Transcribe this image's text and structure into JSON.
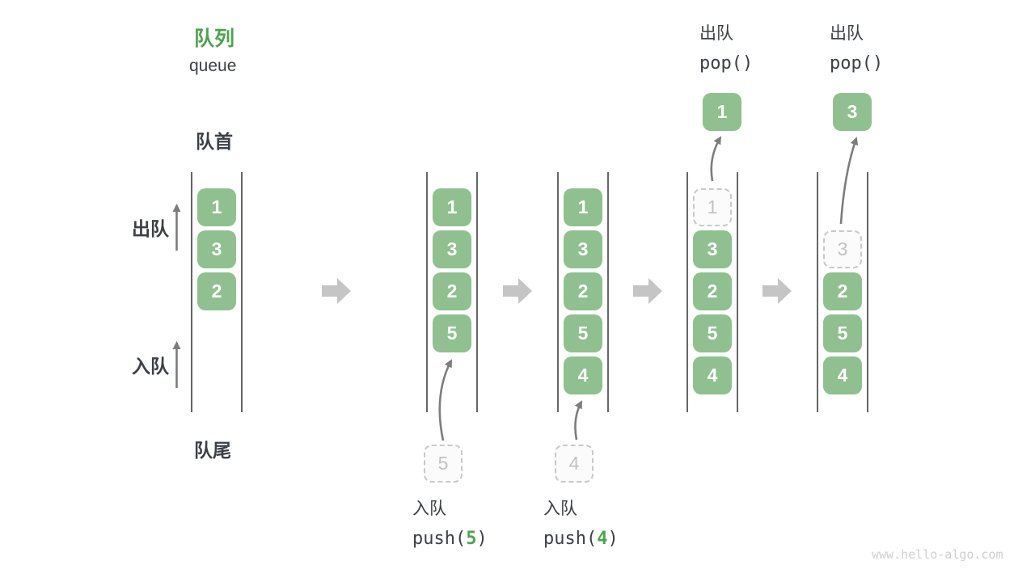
{
  "header": {
    "title": "队列",
    "subtitle": "queue"
  },
  "side_labels": {
    "front": "队首",
    "rear": "队尾",
    "dequeue": "出队",
    "enqueue": "入队"
  },
  "watermark": "www.hello-algo.com",
  "colors": {
    "box_green": "#90C090",
    "accent_green": "#4DA44D",
    "text_dark": "#3B4045",
    "thin_arrow_gray": "#7d7d7d",
    "block_arrow_gray": "#C5C5C5",
    "dashed_border": "#C9C9C9",
    "dashed_text": "#C2C2C2",
    "wall_line": "#3F3F3F",
    "watermark_gray": "#CFCFCF"
  },
  "queues": [
    {
      "name": "state-initial",
      "slots": [
        {
          "value": "1",
          "style": "solid"
        },
        {
          "value": "3",
          "style": "solid"
        },
        {
          "value": "2",
          "style": "solid"
        }
      ]
    },
    {
      "name": "state-push-5",
      "slots": [
        {
          "value": "1",
          "style": "solid"
        },
        {
          "value": "3",
          "style": "solid"
        },
        {
          "value": "2",
          "style": "solid"
        },
        {
          "value": "5",
          "style": "solid"
        }
      ],
      "pending": "5",
      "caption": {
        "action": "入队",
        "code_prefix": "push(",
        "arg": "5",
        "code_suffix": ")"
      }
    },
    {
      "name": "state-push-4",
      "slots": [
        {
          "value": "1",
          "style": "solid"
        },
        {
          "value": "3",
          "style": "solid"
        },
        {
          "value": "2",
          "style": "solid"
        },
        {
          "value": "5",
          "style": "solid"
        },
        {
          "value": "4",
          "style": "solid"
        }
      ],
      "pending": "4",
      "caption": {
        "action": "入队",
        "code_prefix": "push(",
        "arg": "4",
        "code_suffix": ")"
      }
    },
    {
      "name": "state-pop-1",
      "slots": [
        {
          "value": "1",
          "style": "dashed"
        },
        {
          "value": "3",
          "style": "solid"
        },
        {
          "value": "2",
          "style": "solid"
        },
        {
          "value": "5",
          "style": "solid"
        },
        {
          "value": "4",
          "style": "solid"
        }
      ],
      "flying": "1",
      "caption_top": {
        "action": "出队",
        "code": "pop()"
      }
    },
    {
      "name": "state-pop-3",
      "slots": [
        {
          "style": "empty"
        },
        {
          "value": "3",
          "style": "dashed"
        },
        {
          "value": "2",
          "style": "solid"
        },
        {
          "value": "5",
          "style": "solid"
        },
        {
          "value": "4",
          "style": "solid"
        }
      ],
      "flying": "3",
      "caption_top": {
        "action": "出队",
        "code": "pop()"
      }
    }
  ]
}
